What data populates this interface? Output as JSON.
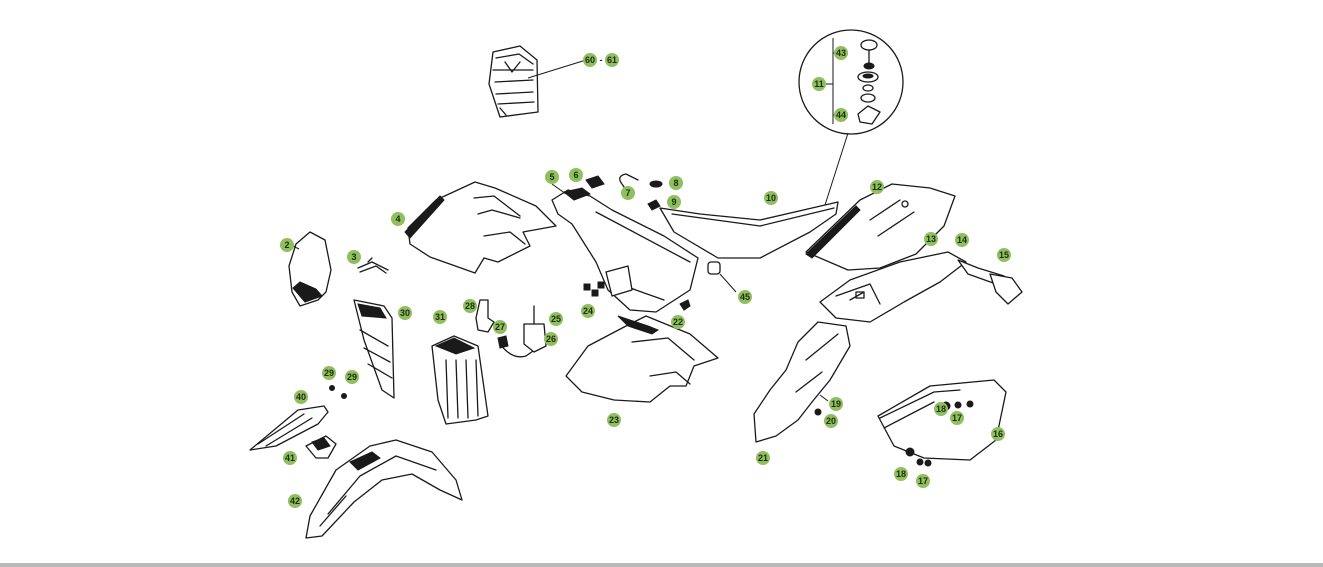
{
  "colors": {
    "badge": "#8fbf5e",
    "badge_text": "#1f2d12",
    "line": "#1a1a1a",
    "bottom_rule": "#b9b9b9"
  },
  "callouts": {
    "c2": "2",
    "c3": "3",
    "c4": "4",
    "c5": "5",
    "c6": "6",
    "c7": "7",
    "c8": "8",
    "c9": "9",
    "c10": "10",
    "c11": "11",
    "c12": "12",
    "c13": "13",
    "c14": "14",
    "c15": "15",
    "c16": "16",
    "c17a": "17",
    "c17b": "17",
    "c18a": "18",
    "c18b": "18",
    "c19": "19",
    "c20": "20",
    "c21": "21",
    "c22": "22",
    "c23": "23",
    "c24": "24",
    "c25": "25",
    "c26": "26",
    "c27": "27",
    "c28": "28",
    "c29a": "29",
    "c29b": "29",
    "c30": "30",
    "c31": "31",
    "c40": "40",
    "c41": "41",
    "c42": "42",
    "c43": "43",
    "c44": "44",
    "c45": "45",
    "c60": "60",
    "c61": "61",
    "separator": "-"
  }
}
